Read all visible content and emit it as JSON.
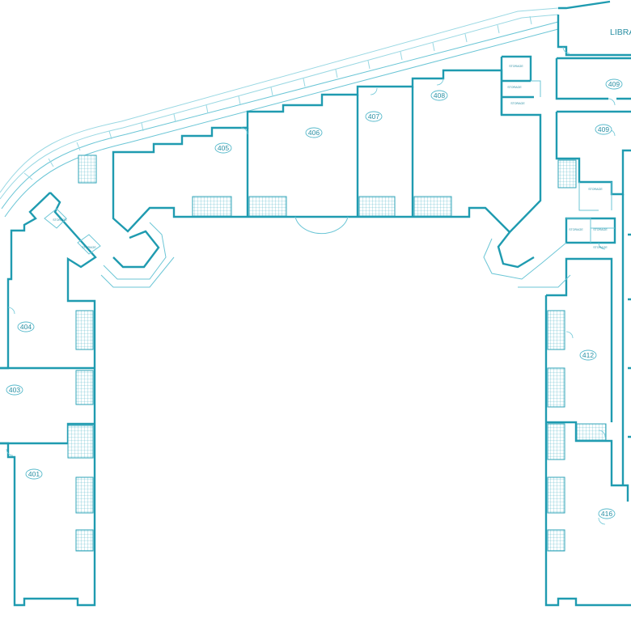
{
  "floor_plan": {
    "rooms": [
      {
        "id": "401",
        "label": "401"
      },
      {
        "id": "403",
        "label": "403"
      },
      {
        "id": "404",
        "label": "404"
      },
      {
        "id": "405",
        "label": "405"
      },
      {
        "id": "406",
        "label": "406"
      },
      {
        "id": "407",
        "label": "407"
      },
      {
        "id": "408",
        "label": "408"
      },
      {
        "id": "409a",
        "label": "409"
      },
      {
        "id": "409b",
        "label": "409"
      },
      {
        "id": "412",
        "label": "412"
      },
      {
        "id": "416",
        "label": "416"
      }
    ],
    "library_label": "LIBRA",
    "utility_labels": {
      "top_storage": "STORAGE",
      "top_storage_2": "STORAGE",
      "top_storage_3": "STORAGE",
      "left_storage": "STORAGE",
      "left_storage_2": "STORAGE",
      "right_storage": "STORAGE",
      "right_storage_2": "STORAGE",
      "right_storage_3": "STORAGE",
      "right_storage_4": "STORAGE"
    },
    "colors": {
      "wall": "#1f9bb0",
      "thin_line": "#6cc6d6",
      "label": "#2a8fa3",
      "background": "#ffffff"
    }
  }
}
